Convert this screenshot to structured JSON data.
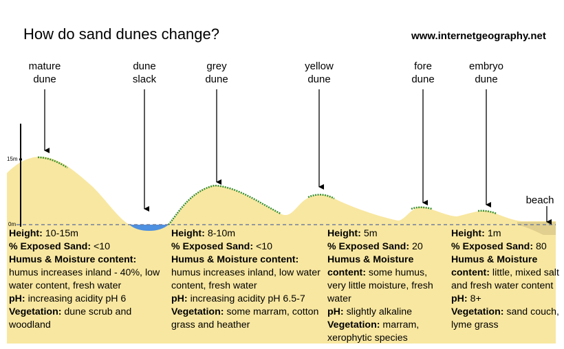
{
  "title": "How do sand dunes change?",
  "website": "www.internetgeography.net",
  "scale": {
    "top_label": "15m",
    "bottom_label": "0m"
  },
  "labels": {
    "mature_dune": "mature\ndune",
    "dune_slack": "dune\nslack",
    "grey_dune": "grey\ndune",
    "yellow_dune": "yellow\ndune",
    "fore_dune": "fore\ndune",
    "embryo_dune": "embryo\ndune",
    "beach": "beach"
  },
  "colors": {
    "sand": "#f8e7a0",
    "beach_sand": "#e0cf8e",
    "vegetation": "#3a8f2e",
    "water": "#4d8fe0",
    "dashed_line": "#6f7fa0"
  },
  "columns": [
    {
      "height_label": "Height:",
      "height": " 10-15m",
      "exposed_label": "% Exposed Sand:",
      "exposed": " <10",
      "humus_label": "Humus & Moisture content:",
      "humus": "humus increases inland - 40%, low water content, fresh water",
      "ph_label": "pH:",
      "ph": " increasing acidity pH 6",
      "veg_label": "Vegetation:",
      "veg": " dune scrub and woodland"
    },
    {
      "height_label": "Height:",
      "height": " 8-10m",
      "exposed_label": "% Exposed Sand:",
      "exposed": " <10",
      "humus_label": "Humus & Moisture content:",
      "humus": "humus increases inland, low water content, fresh water",
      "ph_label": "pH:",
      "ph": " increasing acidity pH 6.5-7",
      "veg_label": "Vegetation:",
      "veg": " some marram, cotton grass and heather"
    },
    {
      "height_label": "Height:",
      "height": " 5m",
      "exposed_label": "% Exposed Sand:",
      "exposed": " 20",
      "humus_label": "Humus & Moisture content:",
      "humus": " some humus, very little moisture, fresh water",
      "ph_label": "pH:",
      "ph": " slightly alkaline",
      "veg_label": "Vegetation:",
      "veg": " marram, xerophytic species"
    },
    {
      "height_label": "Height:",
      "height": " 1m",
      "exposed_label": "% Exposed Sand:",
      "exposed": " 80",
      "humus_label": "Humus & Moisture content:",
      "humus": " little, mixed salt and fresh water content",
      "ph_label": "pH:",
      "ph": " 8+",
      "veg_label": "Vegetation:",
      "veg": " sand couch, lyme grass"
    }
  ]
}
